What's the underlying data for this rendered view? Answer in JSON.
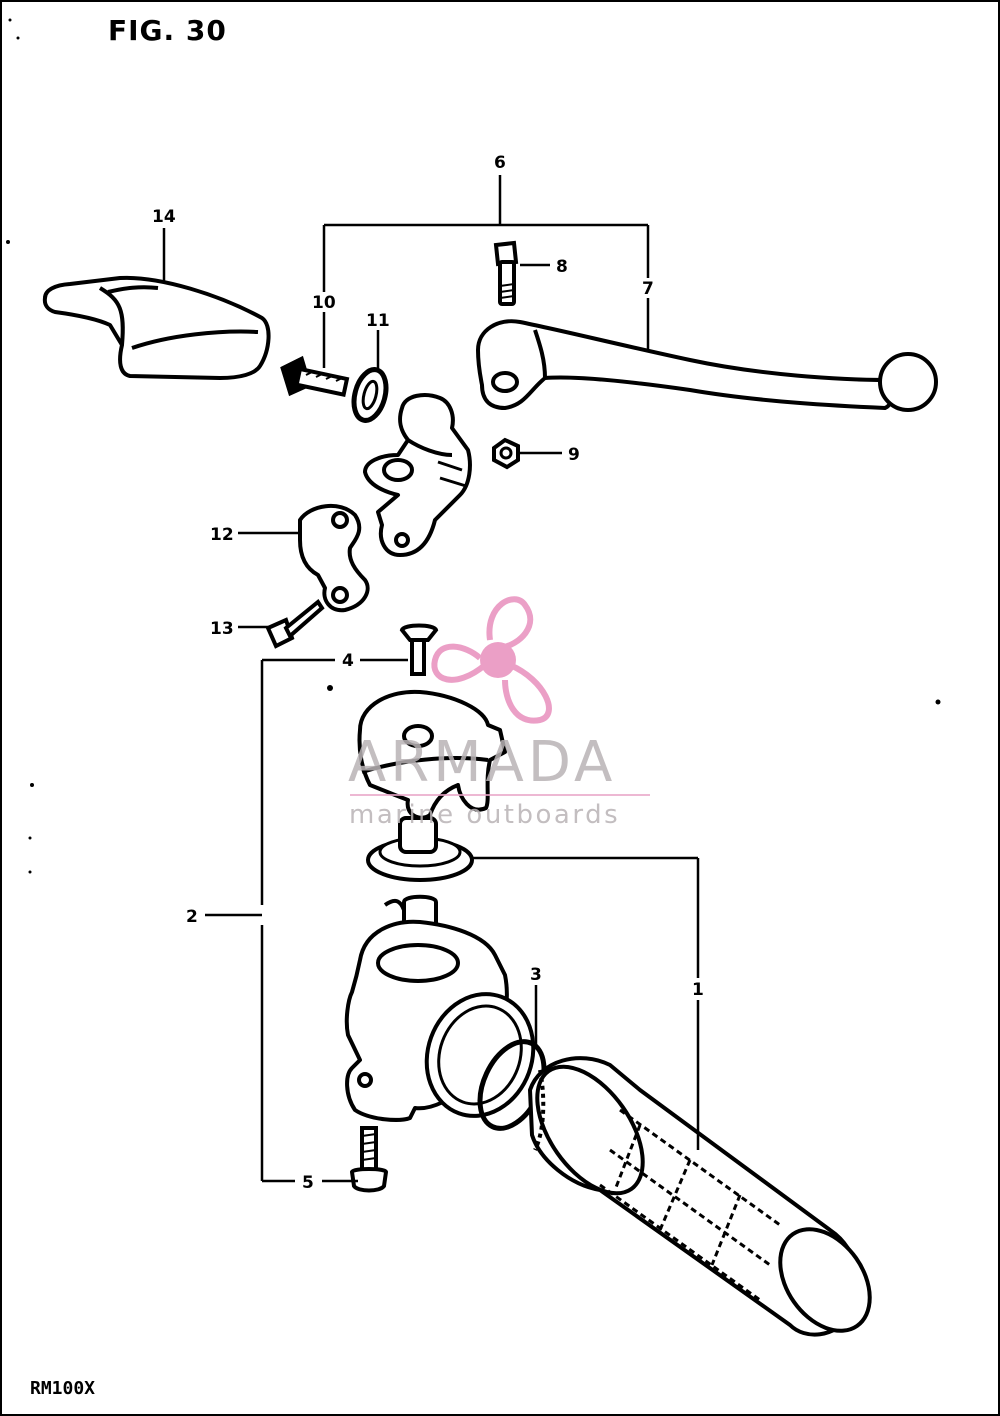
{
  "figure": {
    "title": "FIG. 30",
    "model": "RM100X"
  },
  "watermark": {
    "brand": "ARMADA",
    "tagline": "marine outboards",
    "logo": "propeller-logo-icon",
    "accent_color": "#e88fbd",
    "text_color": "#b9b3b6"
  },
  "callouts": [
    "1",
    "2",
    "3",
    "4",
    "5",
    "6",
    "7",
    "8",
    "9",
    "10",
    "11",
    "12",
    "13",
    "14"
  ],
  "parts": [
    "throttle-grip-icon",
    "throttle-housing-icon",
    "o-ring-icon",
    "screw-icon",
    "clutch-lever-icon",
    "lever-holder-icon",
    "lever-clamp-icon",
    "lever-cover-icon",
    "bolt-icon",
    "nut-icon",
    "washer-icon"
  ]
}
